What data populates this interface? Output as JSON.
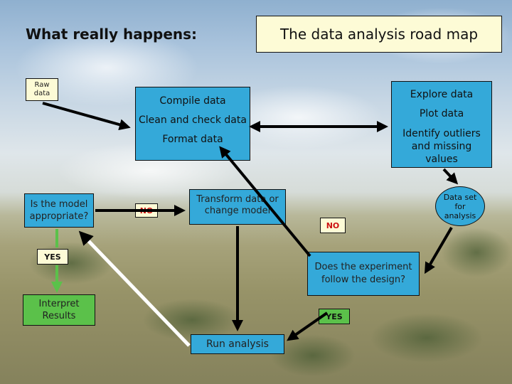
{
  "heading": "What really happens:",
  "roadmap_title": "The data analysis road map",
  "raw_data": "Raw data",
  "compile": "Compile data",
  "clean": "Clean and check data",
  "format": "Format data",
  "explore": "Explore data",
  "plot": "Plot data",
  "identify": "Identify outliers and missing values",
  "dataset": "Data set for analysis",
  "model_q": "Is the model appropriate?",
  "no_left": "NO",
  "transform": "Transform data or change model",
  "no_right": "NO",
  "yes_left": "YES",
  "design_q": "Does the experiment follow the design?",
  "interpret": "Interpret Results",
  "yes_right": "YES",
  "run": "Run analysis",
  "colors": {
    "box_blue": "#34a9d9",
    "box_cream": "#fdfbd6",
    "box_green": "#5bc14a",
    "tag_red": "#cc1111"
  }
}
